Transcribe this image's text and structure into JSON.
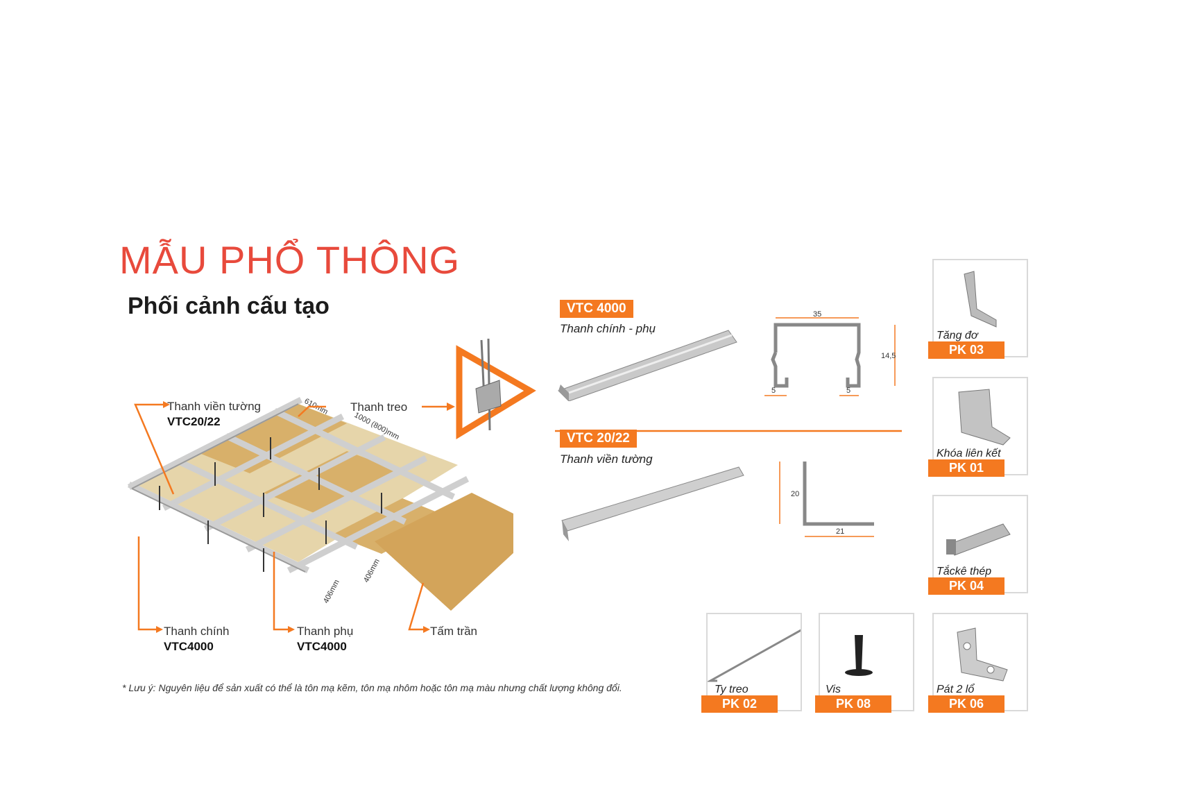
{
  "title": "MẪU PHỔ THÔNG",
  "subtitle": "Phối cảnh cấu tạo",
  "diagram": {
    "labels": {
      "wall_trim": "Thanh viền tường",
      "wall_trim_code": "VTC20/22",
      "hanger": "Thanh treo",
      "main_bar": "Thanh chính",
      "main_bar_code": "VTC4000",
      "sub_bar": "Thanh phụ",
      "sub_bar_code": "VTC4000",
      "panel": "Tấm trần"
    },
    "dimensions": {
      "d610": "610mm",
      "d1000": "1000 (800)mm",
      "d406a": "406mm",
      "d406b": "406mm"
    }
  },
  "profiles": [
    {
      "tag": "VTC 4000",
      "desc": "Thanh chính - phụ",
      "dims": {
        "width": "35",
        "height": "14,5",
        "lip_left": "5",
        "lip_right": "5"
      }
    },
    {
      "tag": "VTC 20/22",
      "desc": "Thanh viền tường",
      "dims": {
        "height": "20",
        "width": "21"
      }
    }
  ],
  "accessories": [
    {
      "name": "Tăng đơ",
      "code": "PK 03"
    },
    {
      "name": "Khóa liên kết",
      "code": "PK 01"
    },
    {
      "name": "Tắckê thép",
      "code": "PK 04"
    },
    {
      "name": "Ty treo",
      "code": "PK 02"
    },
    {
      "name": "Vis",
      "code": "PK 08"
    },
    {
      "name": "Pát 2 lổ",
      "code": "PK 06"
    }
  ],
  "note": "* Lưu ý: Nguyên liệu để sản xuất có thể là tôn mạ kẽm, tôn mạ nhôm hoặc tôn mạ màu nhưng chất lượng không đổi.",
  "colors": {
    "accent": "#f47920",
    "title": "#e84a3c",
    "panel": "#d8b06a"
  }
}
